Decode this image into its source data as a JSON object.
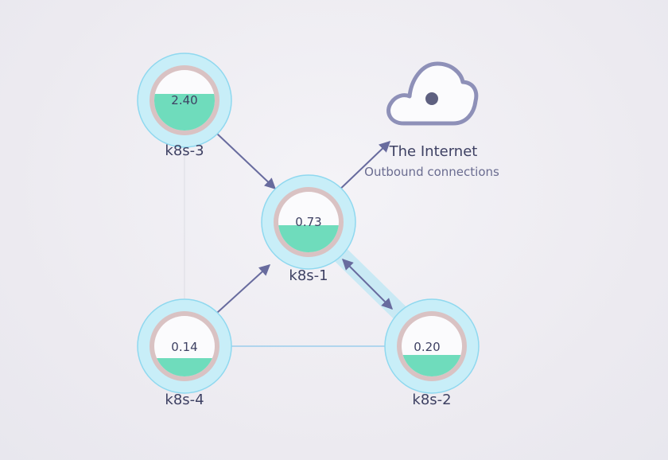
{
  "graph": {
    "nodes": [
      {
        "id": "k8s-3",
        "label": "k8s-3",
        "value_text": "2.40",
        "fill_fraction": 0.48
      },
      {
        "id": "k8s-1",
        "label": "k8s-1",
        "value_text": "0.73",
        "fill_fraction": 0.42
      },
      {
        "id": "k8s-4",
        "label": "k8s-4",
        "value_text": "0.14",
        "fill_fraction": 0.3
      },
      {
        "id": "k8s-2",
        "label": "k8s-2",
        "value_text": "0.20",
        "fill_fraction": 0.36
      }
    ],
    "internet": {
      "title": "The Internet",
      "subtitle": "Outbound connections"
    },
    "edges": [
      {
        "from": "k8s-3",
        "to": "k8s-1",
        "style": "arrow"
      },
      {
        "from": "k8s-4",
        "to": "k8s-1",
        "style": "arrow"
      },
      {
        "from": "k8s-1",
        "to": "k8s-2",
        "style": "bidirectional-highlighted"
      },
      {
        "from": "k8s-1",
        "to": "internet",
        "style": "arrow"
      },
      {
        "from": "k8s-4",
        "to": "k8s-2",
        "style": "thin"
      },
      {
        "from": "k8s-3",
        "to": "k8s-4",
        "style": "faint"
      }
    ]
  },
  "colors": {
    "halo": "#c8eef8",
    "halo_stroke": "#8fd8ef",
    "ring": "#d9c2c3",
    "fill": "#6fdcbc",
    "edge": "#686b9e",
    "cloud": "#8e90b8",
    "text": "#3e4163",
    "subtext": "#6a6c90"
  }
}
